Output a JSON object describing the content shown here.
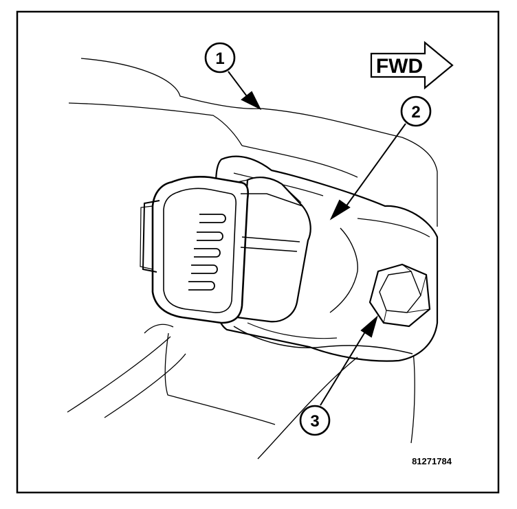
{
  "diagram": {
    "fwd_label": "FWD",
    "figure_id": "81271784",
    "callouts": [
      {
        "number": "1"
      },
      {
        "number": "2"
      },
      {
        "number": "3"
      }
    ]
  },
  "colors": {
    "ink": "#000000",
    "paper": "#ffffff"
  }
}
